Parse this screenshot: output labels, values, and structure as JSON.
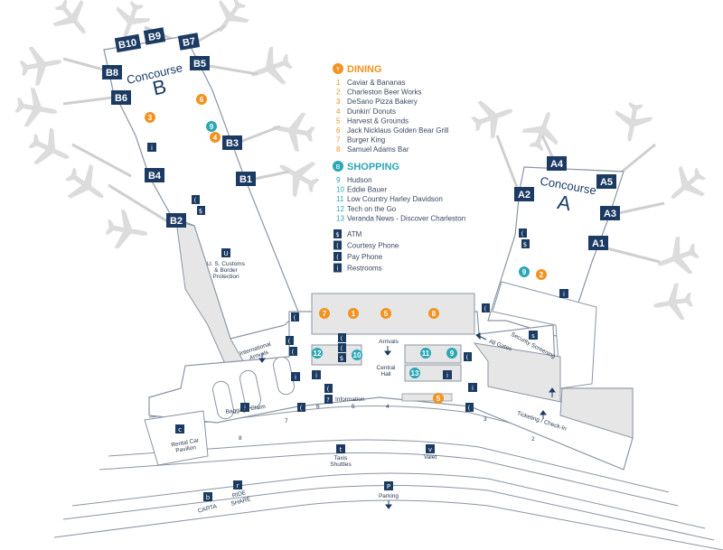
{
  "colors": {
    "navy": "#1c3b63",
    "dining": "#f29321",
    "shopping": "#2aa7b5",
    "plane": "#dcdcdc",
    "building_fill": "#e6e6e6",
    "building_line": "#8a95a3"
  },
  "concourse_b": {
    "word": "Concourse",
    "letter": "B"
  },
  "concourse_a": {
    "word": "Concourse",
    "letter": "A"
  },
  "gates": [
    "B10",
    "B9",
    "B7",
    "B8",
    "B5",
    "B6",
    "B3",
    "B4",
    "B1",
    "B2",
    "A4",
    "A5",
    "A2",
    "A3",
    "A1"
  ],
  "legend": {
    "dining": {
      "title": "DINING",
      "icon": "fork-knife-icon",
      "items": [
        {
          "num": "1",
          "name": "Caviar & Bananas"
        },
        {
          "num": "2",
          "name": "Charleston Beer Works"
        },
        {
          "num": "3",
          "name": "DeSano Pizza Bakery"
        },
        {
          "num": "4",
          "name": "Dunkin' Donuts"
        },
        {
          "num": "5",
          "name": "Harvest & Grounds"
        },
        {
          "num": "6",
          "name": "Jack Nicklaus Golden Bear Grill"
        },
        {
          "num": "7",
          "name": "Burger King"
        },
        {
          "num": "8",
          "name": "Samuel Adams Bar"
        }
      ]
    },
    "shopping": {
      "title": "SHOPPING",
      "icon": "shopping-bag-icon",
      "items": [
        {
          "num": "9",
          "name": "Hudson"
        },
        {
          "num": "10",
          "name": "Eddie Bauer"
        },
        {
          "num": "11",
          "name": "Low Country Harley Davidson"
        },
        {
          "num": "12",
          "name": "Tech on the Go"
        },
        {
          "num": "13",
          "name": "Veranda News - Discover Charleston"
        }
      ]
    },
    "services": [
      {
        "icon": "atm-icon",
        "label": "ATM"
      },
      {
        "icon": "courtesy-phone-icon",
        "label": "Courtesy Phone"
      },
      {
        "icon": "pay-phone-icon",
        "label": "Pay Phone"
      },
      {
        "icon": "restrooms-icon",
        "label": "Restrooms"
      }
    ]
  },
  "labels": {
    "customs": [
      "U. S. Customs",
      "& Border",
      "Protection"
    ],
    "intl_arrivals": [
      "International",
      "Arrivals"
    ],
    "arrivals": "Arrivals",
    "all_gates": "All Gates",
    "security": "Security Screening",
    "central_hall": [
      "Central",
      "Hall"
    ],
    "information": "Information",
    "baggage": "Baggage Claim",
    "ticketing": "Ticketing / Check-In",
    "rental_car": [
      "Rental Car",
      "Pavilion"
    ],
    "taxis": [
      "Taxis",
      "Shuttles"
    ],
    "valet": "Valet",
    "parking": "Parking",
    "carta": "CARTA",
    "ride_share": [
      "RIDE",
      "SHARE"
    ]
  },
  "door_numbers": [
    "8",
    "7",
    "6",
    "5",
    "4",
    "3",
    "2"
  ],
  "pins": {
    "dining": [
      "3",
      "6",
      "4",
      "7",
      "1",
      "5",
      "8",
      "2",
      "5"
    ],
    "shopping": [
      "9",
      "12",
      "10",
      "11",
      "9",
      "13",
      "9"
    ]
  }
}
